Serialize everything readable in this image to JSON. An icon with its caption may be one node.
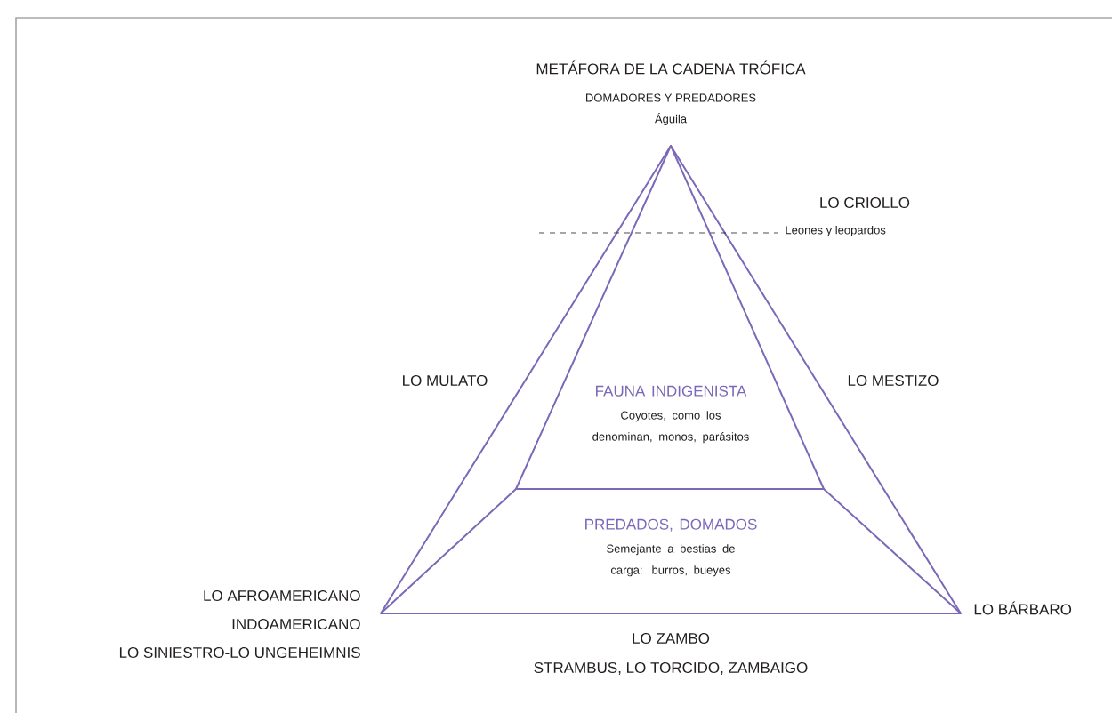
{
  "diagram": {
    "title": "METÁFORA DE LA CADENA TRÓFICA",
    "nodes": [
      {
        "text": [
          "FAUNA INDIGENISTA",
          "Coyotes, como los denominan, monos, parásitos"
        ]
      },
      {
        "text": [
          "PREDADOS, DOMADOS",
          "Semejante a bestias de carga: burros, bueyes"
        ]
      }
    ],
    "edges": [],
    "labels": [
      "DOMADORES Y PREDADORES",
      "Águila",
      "LO CRIOLLO",
      "Leones y leopardos",
      "LO MULATO",
      "LO MESTIZO",
      "LO AFROAMERICANO",
      "INDOAMERICANO",
      "LO SINIESTRO-LO UNGEHEIMNIS",
      "LO BÁRBARO",
      "LO ZAMBO",
      "STRAMBUS, LO TORCIDO, ZAMBAIGO"
    ]
  }
}
